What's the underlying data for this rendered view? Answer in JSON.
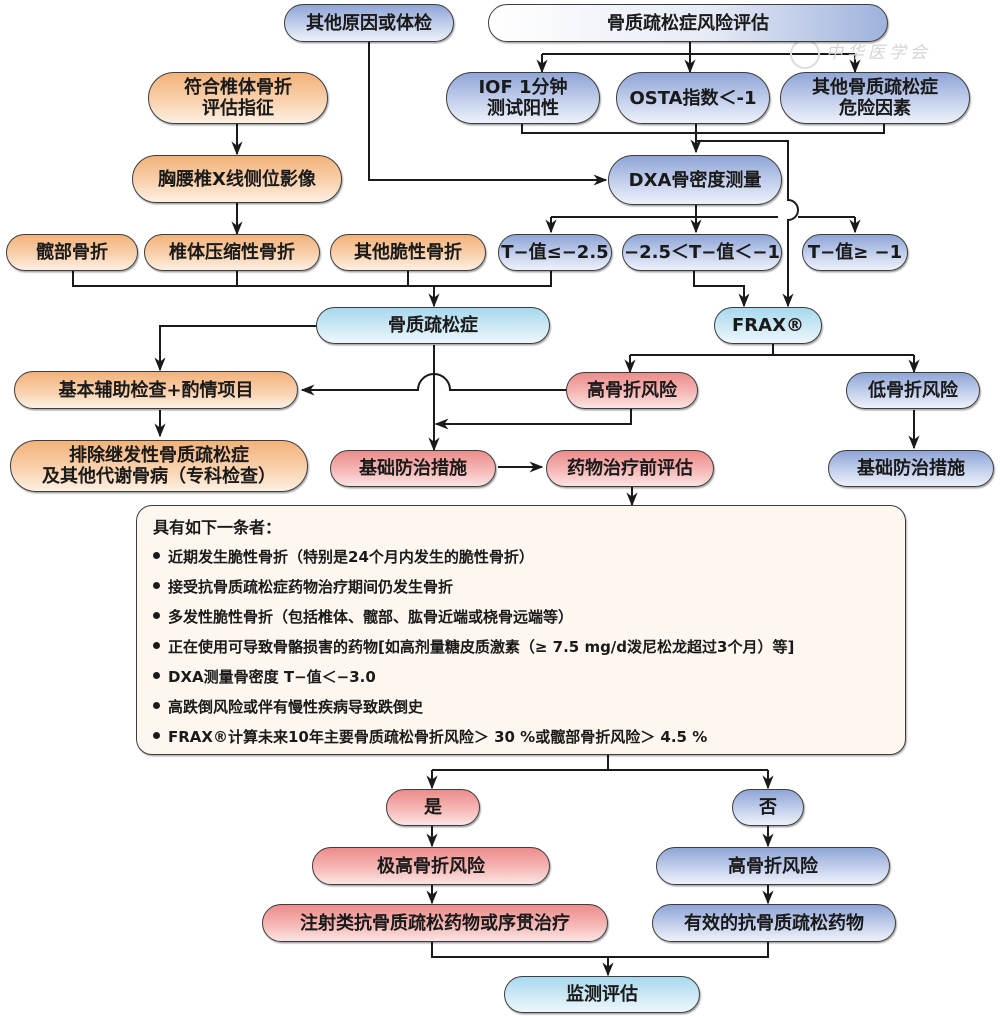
{
  "watermark": "中华医学会",
  "nodes": {
    "other_cause": "其他原因或体检",
    "risk_assessment": "骨质疏松症风险评估",
    "iof_test": "IOF 1分钟\n测试阳性",
    "osta_index": "OSTA指数＜-1",
    "other_risk_factors": "其他骨质疏松症\n危险因素",
    "vertebral_indication": "符合椎体骨折\n评估指征",
    "spine_xray": "胸腰椎X线侧位影像",
    "hip_fracture": "髋部骨折",
    "vertebral_compression": "椎体压缩性骨折",
    "other_fragility": "其他脆性骨折",
    "dxa": "DXA骨密度测量",
    "t_le_neg25": "T−值≤−2.5",
    "t_between": "−2.5＜T−值＜−1",
    "t_ge_neg1": "T−值≥ −1",
    "osteoporosis": "骨质疏松症",
    "frax": "FRAX®",
    "basic_exam": "基本辅助检查+酌情项目",
    "high_risk": "高骨折风险",
    "low_risk": "低骨折风险",
    "exclude_secondary": "排除继发性骨质疏松症\n及其他代谢骨病（专科检查）",
    "basic_prevention_left": "基础防治措施",
    "pre_treatment_eval": "药物治疗前评估",
    "basic_prevention_right": "基础防治措施",
    "yes": "是",
    "no": "否",
    "very_high_risk": "极高骨折风险",
    "high_risk_2": "高骨折风险",
    "injectable_therapy": "注射类抗骨质疏松药物或序贯治疗",
    "effective_drug": "有效的抗骨质疏松药物",
    "monitor": "监测评估"
  },
  "criteria": {
    "title": "具有如下一条者：",
    "items": [
      "近期发生脆性骨折（特别是24个月内发生的脆性骨折）",
      "接受抗骨质疏松症药物治疗期间仍发生骨折",
      "多发性脆性骨折（包括椎体、髋部、肱骨近端或桡骨远端等）",
      "正在使用可导致骨骼损害的药物[如高剂量糖皮质激素（≥ 7.5 mg/d泼尼松龙超过3个月）等]",
      "DXA测量骨密度 T−值＜−3.0",
      "高跌倒风险或伴有慢性疾病导致跌倒史",
      "FRAX®计算未来10年主要骨质疏松骨折风险＞ 30 %或髋部骨折风险＞ 4.5 %"
    ]
  },
  "colors": {
    "line": "#1a1a1a",
    "blue": "#8fa5d6",
    "orange": "#f2b27a",
    "cyan": "#a8d8ee",
    "red": "#ec8c8c",
    "criteria_bg": "#fdf7ef"
  }
}
